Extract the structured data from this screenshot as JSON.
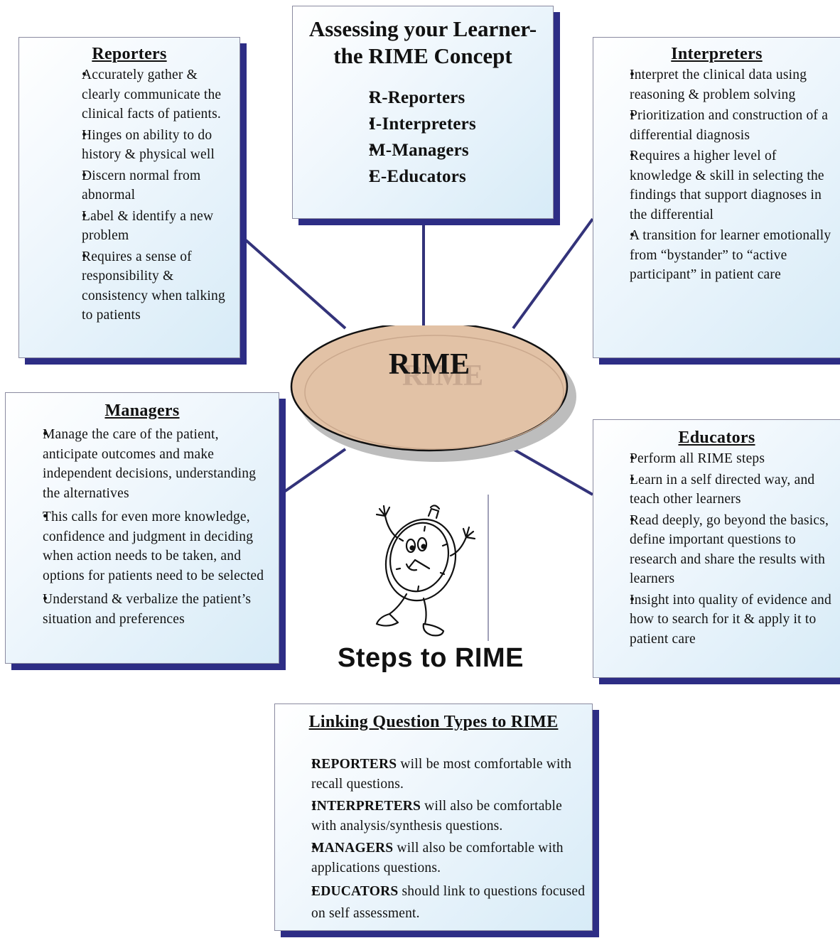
{
  "center": {
    "label": "RIME"
  },
  "concept_box": {
    "title_line1": "Assessing your Learner-",
    "title_line2": "the RIME Concept",
    "items": [
      "R-Reporters",
      "I-Interpreters",
      "M-Managers",
      "E-Educators"
    ]
  },
  "reporters": {
    "title": "Reporters",
    "items": [
      "Accurately gather & clearly communicate the clinical facts of patients.",
      "Hinges on ability to do history & physical well",
      "Discern normal from abnormal",
      " Label & identify a new problem",
      "Requires a sense of responsibility & consistency when talking to patients"
    ]
  },
  "interpreters": {
    "title": "Interpreters",
    "items": [
      "Interpret the clinical data using reasoning & problem solving",
      "Prioritization and construction of a differential diagnosis",
      "Requires a higher level of knowledge & skill in selecting the findings that support diagnoses in the differential",
      "A transition for learner emotionally from “bystander” to “active participant” in patient care"
    ]
  },
  "managers": {
    "title": "Managers",
    "items": [
      "Manage the care of the patient, anticipate outcomes and make independent decisions, understanding the alternatives",
      "This calls for even more knowledge, confidence and judgment in deciding when action needs to be taken, and options for patients need to be selected",
      "Understand & verbalize the patient’s situation and preferences"
    ]
  },
  "educators": {
    "title": "Educators",
    "items": [
      "Perform all RIME steps",
      "Learn in a self directed way, and teach other learners",
      "Read deeply, go beyond the basics, define important questions to research and share the results with learners",
      "Insight into quality of evidence and how to search for it & apply it to patient care"
    ]
  },
  "steps_caption": "Steps to RIME",
  "clip_art": {
    "icon": "running-clock-icon"
  },
  "linking": {
    "title": "Linking Question Types to RIME",
    "items": [
      {
        "term": "REPORTERS",
        "text": " will be most comfortable with recall questions."
      },
      {
        "term": "INTERPRETERS",
        "text": " will also be comfortable with analysis/synthesis questions."
      },
      {
        "term": "MANAGERS",
        "text": " will also be comfortable with applications questions."
      },
      {
        "term": "EDUCATORS",
        "text": " should link to questions focused on self assessment."
      }
    ]
  },
  "colors": {
    "box_shadow": "#2d2d85",
    "connector": "#33337a",
    "ellipse_fill": "#e2c2a6",
    "box_gradient_end": "#d7ebf7"
  }
}
